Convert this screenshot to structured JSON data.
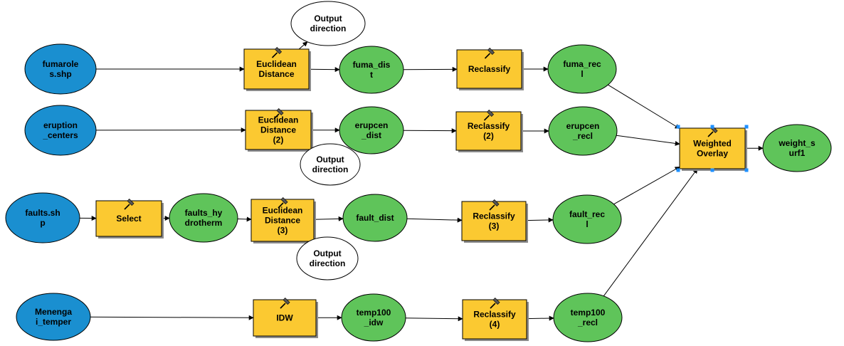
{
  "colors": {
    "input": "#1a8fd0",
    "tool": "#fbc931",
    "tool_shadow": "#8c8c8c",
    "derived": "#5fc45a",
    "param": "#ffffff",
    "selection": "#1e90ff"
  },
  "model": {
    "nodes": [
      {
        "id": "fumaroles-input",
        "kind": "input",
        "lines": [
          "fumarole",
          "s.shp"
        ]
      },
      {
        "id": "euclid-1",
        "kind": "tool",
        "lines": [
          "Euclidean",
          "Distance"
        ]
      },
      {
        "id": "fuma-dist",
        "kind": "derived",
        "lines": [
          "fuma_dis",
          "t"
        ]
      },
      {
        "id": "reclass-1",
        "kind": "tool",
        "lines": [
          "Reclassify"
        ]
      },
      {
        "id": "fuma-recl",
        "kind": "derived",
        "lines": [
          "fuma_rec",
          "l"
        ]
      },
      {
        "id": "out-dir-1",
        "kind": "param",
        "lines": [
          "Output",
          "direction"
        ]
      },
      {
        "id": "eruption-input",
        "kind": "input",
        "lines": [
          "eruption",
          "_centers"
        ]
      },
      {
        "id": "euclid-2",
        "kind": "tool",
        "lines": [
          "Euclidean",
          "Distance",
          "(2)"
        ]
      },
      {
        "id": "erupcen-dist",
        "kind": "derived",
        "lines": [
          "erupcen",
          "_dist"
        ]
      },
      {
        "id": "reclass-2",
        "kind": "tool",
        "lines": [
          "Reclassify",
          "(2)"
        ]
      },
      {
        "id": "erupcen-recl",
        "kind": "derived",
        "lines": [
          "erupcen",
          "_recl"
        ]
      },
      {
        "id": "out-dir-2",
        "kind": "param",
        "lines": [
          "Output",
          "direction"
        ]
      },
      {
        "id": "faults-input",
        "kind": "input",
        "lines": [
          "faults.sh",
          "p"
        ]
      },
      {
        "id": "select-tool",
        "kind": "tool",
        "lines": [
          "Select"
        ]
      },
      {
        "id": "faults-hydrotherm",
        "kind": "derived",
        "lines": [
          "faults_hy",
          "drotherm"
        ]
      },
      {
        "id": "euclid-3",
        "kind": "tool",
        "lines": [
          "Euclidean",
          "Distance",
          "(3)"
        ]
      },
      {
        "id": "fault-dist",
        "kind": "derived",
        "lines": [
          "fault_dist"
        ]
      },
      {
        "id": "reclass-3",
        "kind": "tool",
        "lines": [
          "Reclassify",
          "(3)"
        ]
      },
      {
        "id": "fault-recl",
        "kind": "derived",
        "lines": [
          "fault_rec",
          "l"
        ]
      },
      {
        "id": "out-dir-3",
        "kind": "param",
        "lines": [
          "Output",
          "direction"
        ]
      },
      {
        "id": "menengai-input",
        "kind": "input",
        "lines": [
          "Menenga",
          "i_temper"
        ]
      },
      {
        "id": "idw-tool",
        "kind": "tool",
        "lines": [
          "IDW"
        ]
      },
      {
        "id": "temp100-idw",
        "kind": "derived",
        "lines": [
          "temp100",
          "_idw"
        ]
      },
      {
        "id": "reclass-4",
        "kind": "tool",
        "lines": [
          "Reclassify",
          "(4)"
        ]
      },
      {
        "id": "temp100-recl",
        "kind": "derived",
        "lines": [
          "temp100",
          "_recl"
        ]
      },
      {
        "id": "weighted-overlay",
        "kind": "tool",
        "lines": [
          "Weighted",
          "Overlay"
        ],
        "selected": true
      },
      {
        "id": "weight-surf1",
        "kind": "derived",
        "lines": [
          "weight_s",
          "urf1"
        ]
      }
    ],
    "edges": [
      [
        "fumaroles-input",
        "euclid-1"
      ],
      [
        "euclid-1",
        "fuma-dist"
      ],
      [
        "fuma-dist",
        "reclass-1"
      ],
      [
        "reclass-1",
        "fuma-recl"
      ],
      [
        "euclid-1",
        "out-dir-1"
      ],
      [
        "eruption-input",
        "euclid-2"
      ],
      [
        "euclid-2",
        "erupcen-dist"
      ],
      [
        "erupcen-dist",
        "reclass-2"
      ],
      [
        "reclass-2",
        "erupcen-recl"
      ],
      [
        "euclid-2",
        "out-dir-2"
      ],
      [
        "faults-input",
        "select-tool"
      ],
      [
        "select-tool",
        "faults-hydrotherm"
      ],
      [
        "faults-hydrotherm",
        "euclid-3"
      ],
      [
        "euclid-3",
        "fault-dist"
      ],
      [
        "fault-dist",
        "reclass-3"
      ],
      [
        "reclass-3",
        "fault-recl"
      ],
      [
        "euclid-3",
        "out-dir-3"
      ],
      [
        "menengai-input",
        "idw-tool"
      ],
      [
        "idw-tool",
        "temp100-idw"
      ],
      [
        "temp100-idw",
        "reclass-4"
      ],
      [
        "reclass-4",
        "temp100-recl"
      ],
      [
        "fuma-recl",
        "weighted-overlay"
      ],
      [
        "erupcen-recl",
        "weighted-overlay"
      ],
      [
        "fault-recl",
        "weighted-overlay"
      ],
      [
        "temp100-recl",
        "weighted-overlay"
      ],
      [
        "weighted-overlay",
        "weight-surf1"
      ]
    ]
  }
}
